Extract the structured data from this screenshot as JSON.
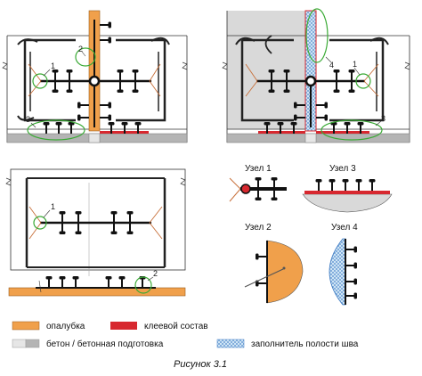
{
  "callouts": {
    "d1": [
      "1",
      "2",
      "3"
    ],
    "d2": [
      "4",
      "1",
      "3"
    ],
    "d3": [
      "1",
      "2"
    ]
  },
  "details": {
    "n1": "Узел 1",
    "n2": "Узел 2",
    "n3": "Узел 3",
    "n4": "Узел 4"
  },
  "legend": {
    "formwork": "опалубка",
    "adhesive": "клеевой состав",
    "concrete": "бетон / бетонная подготовка",
    "filler": "заполнитель полости шва"
  },
  "colors": {
    "formwork": "#f0a04b",
    "adhesive": "#d7282f",
    "concrete_light": "#e6e6e6",
    "concrete_dark": "#b4b4b4",
    "filler": "#8fc1e6",
    "callout_ring": "#3aaa35",
    "tie": "#c8703a"
  },
  "caption": "Рисунок 3.1"
}
